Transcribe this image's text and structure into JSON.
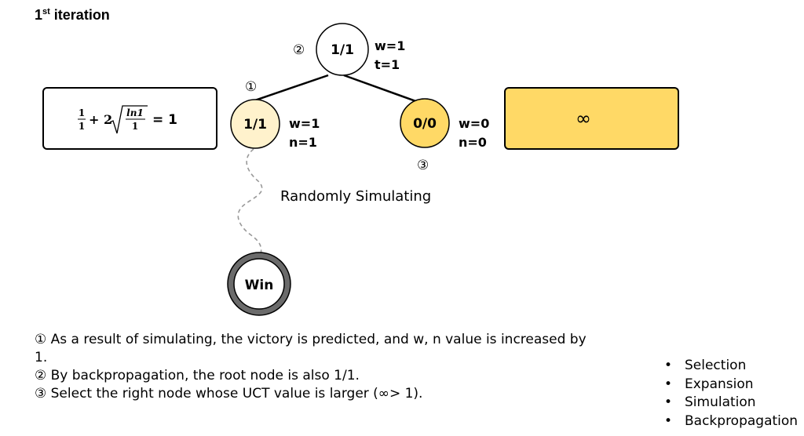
{
  "title": {
    "base": "1",
    "sup": "st",
    "rest": " iteration"
  },
  "root": {
    "label": "1/1",
    "marker": "②",
    "w": "w=1",
    "t": "t=1"
  },
  "left_node": {
    "label": "1/1",
    "marker": "①",
    "w": "w=1",
    "n": "n=1",
    "fill": "#FFF2CC"
  },
  "right_node": {
    "label": "0/0",
    "marker": "③",
    "w": "w=0",
    "n": "n=0",
    "fill": "#FFD966"
  },
  "left_box": {
    "term1_num": "1",
    "term1_den": "1",
    "plus": "+ 2",
    "sqrt_num": "ln1",
    "sqrt_den": "1",
    "result": "= 1"
  },
  "right_box": {
    "symbol": "∞",
    "fill": "#FFD966"
  },
  "simulation_label": "Randomly Simulating",
  "terminal": {
    "label": "Win"
  },
  "notes": [
    "① As a result of simulating, the victory is predicted, and w, n value is increased by 1.",
    "② By backpropagation, the root node is also 1/1.",
    "③ Select the right node whose UCT value is larger (∞> 1)."
  ],
  "steps": [
    "Selection",
    "Expansion",
    "Simulation",
    "Backpropagation"
  ]
}
